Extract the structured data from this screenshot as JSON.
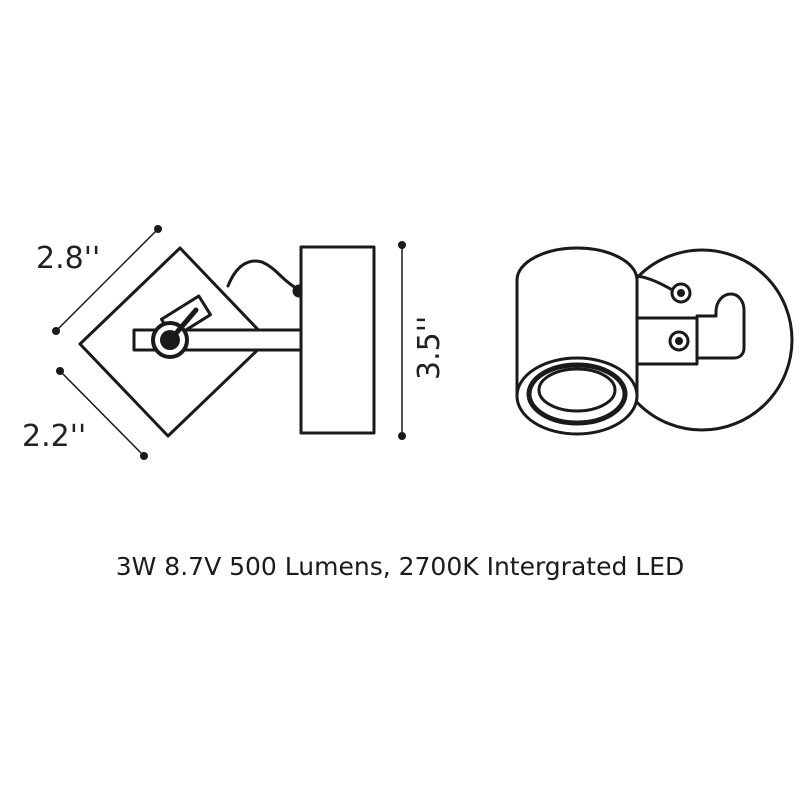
{
  "dimensions": {
    "width_label": "2.8''",
    "depth_label": "2.2''",
    "height_label": "3.5''"
  },
  "caption": "3W 8.7V 500 Lumens, 2700K Intergrated LED",
  "colors": {
    "line": "#1a1a1a",
    "background": "#ffffff"
  }
}
